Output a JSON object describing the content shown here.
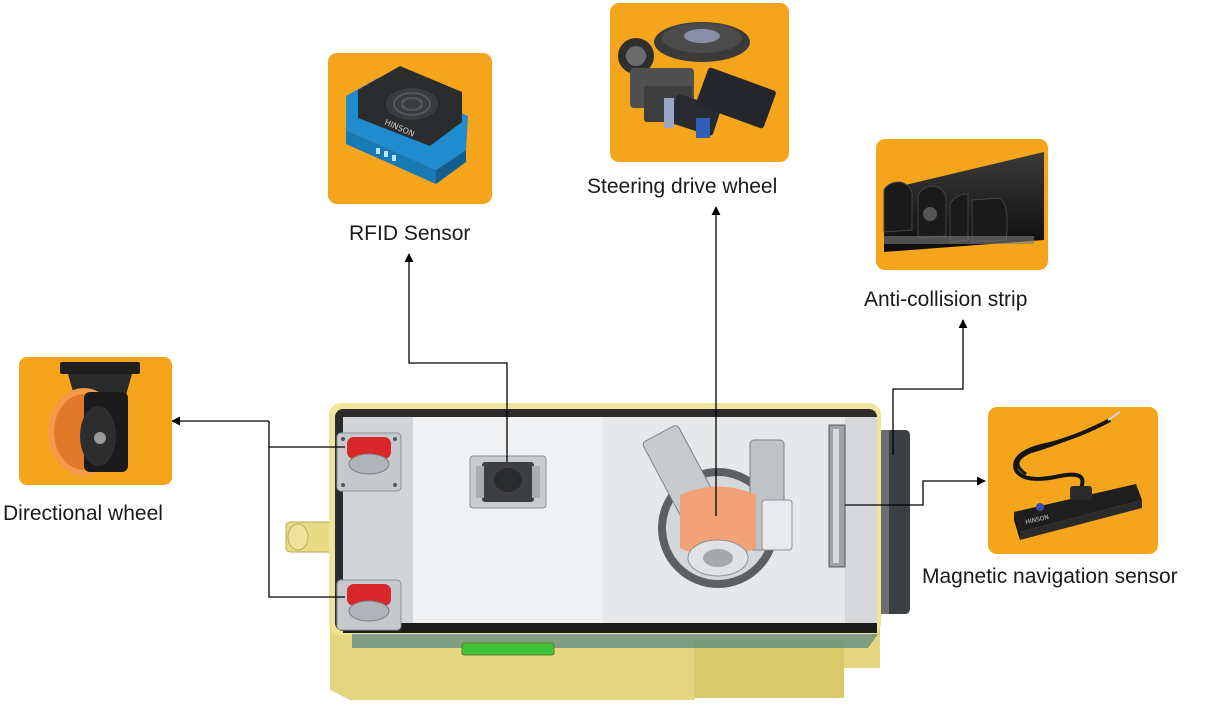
{
  "components": {
    "directional_wheel": {
      "label": "Directional wheel",
      "icon": "caster-wheel-icon"
    },
    "rfid_sensor": {
      "label": "RFID Sensor",
      "icon": "rfid-sensor-icon"
    },
    "steering_drive_wheel": {
      "label": "Steering drive wheel",
      "icon": "drive-wheel-icon"
    },
    "anti_collision_strip": {
      "label": "Anti-collision strip",
      "icon": "rubber-strip-icon"
    },
    "magnetic_navigation_sensor": {
      "label": "Magnetic navigation sensor",
      "icon": "magnetic-sensor-icon"
    }
  },
  "colors": {
    "tile_background": "#f5a51c",
    "chassis_yellow": "#e6d98a",
    "chassis_floor": "#e4e6e8",
    "chassis_frame": "#2b2b2b",
    "wheel_red": "#d9262b",
    "drive_orange": "#f0a47a",
    "connector_line": "#000000"
  },
  "product_text": {
    "rfid_brand": "HINSON",
    "magnetic_brand": "HINSON"
  }
}
